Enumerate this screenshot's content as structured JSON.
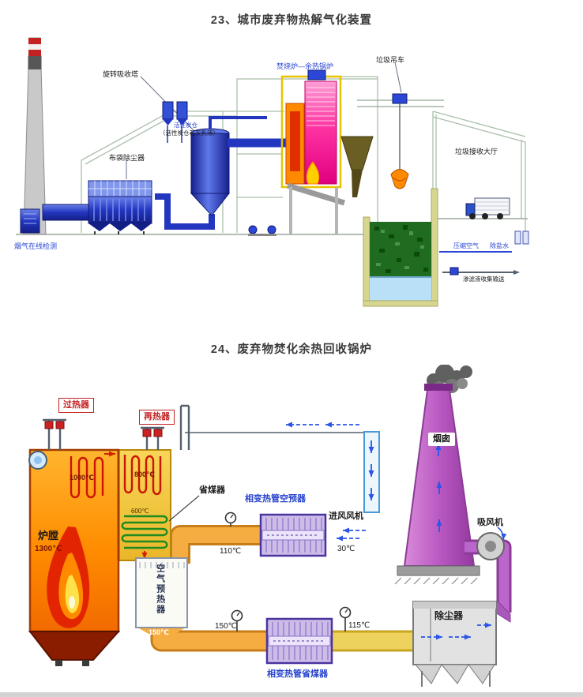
{
  "page": {
    "figure1_title": "23、城市废弃物热解气化装置",
    "figure2_title": "24、废弃物焚化余热回收锅炉"
  },
  "figure1": {
    "labels": {
      "rotary_absorber": "旋转吸收塔",
      "activated_carbon_bin": "活性炭仓",
      "carbon_lime_note": "（活性炭仓石灰乳液）",
      "bag_filter": "布袋除尘器",
      "incinerator_boiler": "焚烧炉—余热锅炉",
      "garbage_crane": "垃圾吊车",
      "receiving_hall": "垃圾接收大厅",
      "flue_gas_monitoring": "烟气在线检测",
      "compressed_air": "压缩空气",
      "demineralized_water": "除盐水",
      "leachate_transport": "渗滤液收集输送"
    }
  },
  "figure2": {
    "labels": {
      "superheater": "过热器",
      "reheater": "再热器",
      "furnace": "炉膛",
      "economizer": "省煤器",
      "air_preheater": "空气预热器",
      "pc_air_preheater": "相变热管空预器",
      "inlet_fan": "进风风机",
      "chimney": "烟囱",
      "induced_fan": "吸风机",
      "dust_collector": "除尘器",
      "pc_economizer": "相变热管省煤器"
    },
    "temperatures": {
      "furnace": "1300℃",
      "furnace_upper": "1000℃",
      "second_pass": "800℃",
      "economizer_inlet": "600℃",
      "air_out": "110℃",
      "ambient_air": "30℃",
      "gas_ap_outlet": "150℃",
      "gas_pc_inlet": "150℃",
      "gas_pc_outlet": "115℃"
    }
  },
  "colors": {
    "duct_blue": "#2336c0",
    "boiler_pink": "#ff33a2",
    "furnace_orange": "#ff8c00",
    "flame_red": "#e32400",
    "chimney_purple": "#b959c2",
    "label_blue": "#2643cf",
    "hot_duct_orange": "#f5ad42",
    "pc_module_purple": "#cdbce8"
  }
}
